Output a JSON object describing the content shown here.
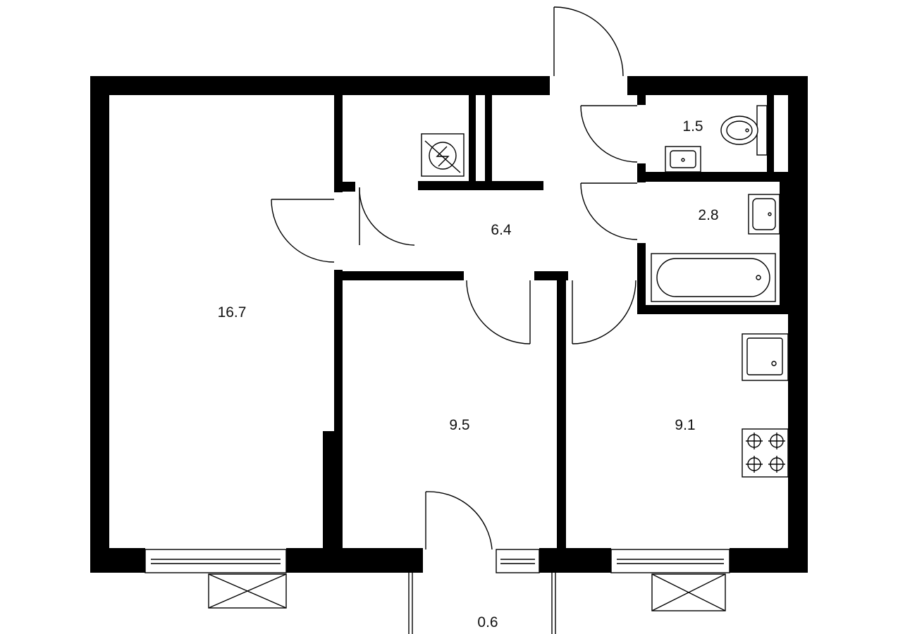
{
  "rooms": {
    "living_room": {
      "area": "16.7"
    },
    "hallway": {
      "area": "6.4"
    },
    "bedroom": {
      "area": "9.5"
    },
    "kitchen": {
      "area": "9.1"
    },
    "toilet": {
      "area": "1.5"
    },
    "bathroom": {
      "area": "2.8"
    },
    "balcony": {
      "area": "0.6"
    }
  },
  "colors": {
    "wall": "#000000",
    "background": "#ffffff",
    "line": "#000000"
  },
  "icons": [
    "electrical-panel-icon",
    "toilet-icon",
    "sink-icon",
    "bathtub-icon",
    "kitchen-sink-icon",
    "stove-icon"
  ]
}
